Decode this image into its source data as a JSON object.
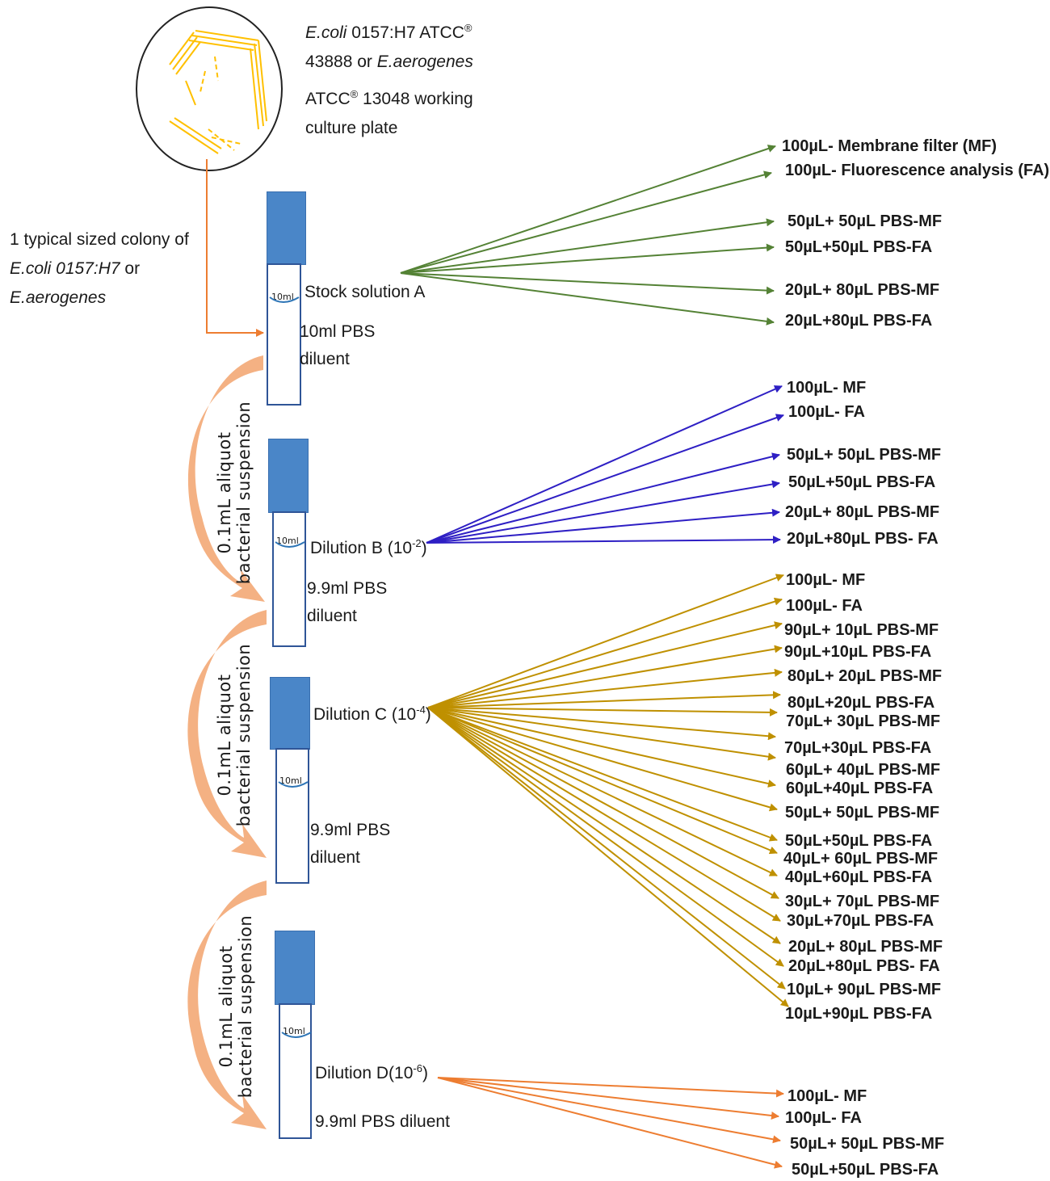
{
  "plate": {
    "label_italic_1": "E.coli",
    "label_rest_1": " 0157:H7 ATCC",
    "label_reg": "®",
    "label_line_2a": "43888 or ",
    "label_italic_2": "E.aerogenes",
    "label_line_3a": "ATCC",
    "label_line_3b": " 13048 working",
    "label_line_4": "culture plate"
  },
  "colony_note": {
    "line1": "1 typical sized colony of",
    "line2_italic": "E.coli 0157:H7",
    "line2_rest": " or",
    "line3_italic": "E.aerogenes"
  },
  "transfer_label": {
    "line1": "0.1mL aliquot",
    "line2": "bacterial suspension"
  },
  "tube_mark": "10ml",
  "tubes": [
    {
      "name": "Stock solution A",
      "sup": "",
      "name_suffix": "",
      "diluent_1": "10ml PBS",
      "diluent_2": "diluent"
    },
    {
      "name": "Dilution B (10",
      "sup": "-2",
      "name_suffix": ")",
      "diluent_1": "9.9ml PBS",
      "diluent_2": "diluent"
    },
    {
      "name": "Dilution C (10",
      "sup": "-4",
      "name_suffix": ")",
      "diluent_1": "9.9ml PBS",
      "diluent_2": "diluent"
    },
    {
      "name": "Dilution D(10",
      "sup": "-6",
      "name_suffix": ")",
      "diluent_1": "9.9ml PBS diluent",
      "diluent_2": ""
    }
  ],
  "colors": {
    "stock_arrows": "#548235",
    "dilution_b_arrows": "#2e1fc4",
    "dilution_c_arrows": "#bf9000",
    "dilution_d_arrows": "#ed7d31",
    "transfer_arrows": "#f4b183",
    "colony_arrow": "#ed7d31",
    "cap": "#4a86c8",
    "streak": "#ffc000"
  },
  "outputs": {
    "stock": [
      "100µL- Membrane filter (MF)",
      "100µL- Fluorescence analysis (FA)",
      "50µL+ 50µL PBS-MF",
      "50µL+50µL PBS-FA",
      "20µL+ 80µL PBS-MF",
      "20µL+80µL PBS-FA"
    ],
    "dilution_b": [
      "100µL- MF",
      "100µL- FA",
      "50µL+ 50µL PBS-MF",
      "50µL+50µL PBS-FA",
      "20µL+ 80µL PBS-MF",
      "20µL+80µL PBS- FA"
    ],
    "dilution_c": [
      "100µL- MF",
      "100µL- FA",
      "90µL+ 10µL PBS-MF",
      "90µL+10µL PBS-FA",
      "80µL+ 20µL PBS-MF",
      "80µL+20µL PBS-FA",
      "70µL+ 30µL PBS-MF",
      "70µL+30µL PBS-FA",
      "60µL+ 40µL PBS-MF",
      "60µL+40µL PBS-FA",
      "50µL+ 50µL PBS-MF",
      "50µL+50µL PBS-FA",
      "40µL+ 60µL PBS-MF",
      "40µL+60µL PBS-FA",
      "30µL+ 70µL PBS-MF",
      "30µL+70µL PBS-FA",
      "20µL+ 80µL PBS-MF",
      "20µL+80µL PBS- FA",
      "10µL+ 90µL PBS-MF",
      "10µL+90µL PBS-FA"
    ],
    "dilution_d": [
      "100µL- MF",
      "100µL- FA",
      "50µL+ 50µL PBS-MF",
      "50µL+50µL PBS-FA"
    ]
  }
}
